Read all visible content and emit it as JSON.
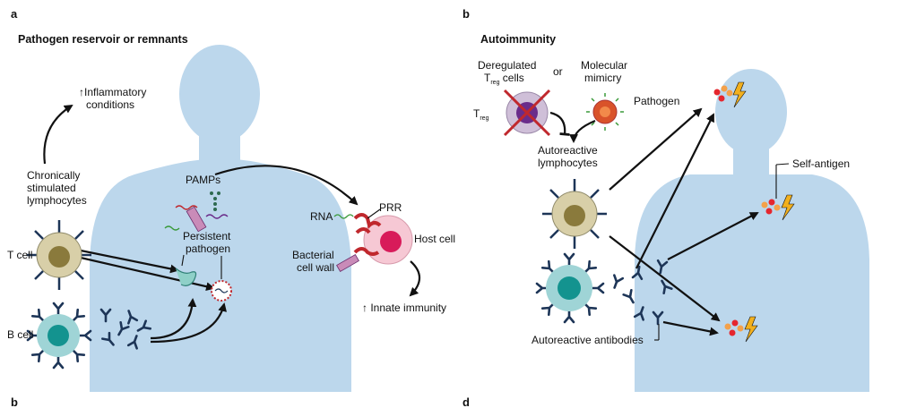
{
  "panels": {
    "a": {
      "letter": "a",
      "title": "Pathogen reservoir or remnants",
      "inflammatory": "↑Inflammatory",
      "inflammatory2": "conditions",
      "chronic1": "Chronically",
      "chronic2": "stimulated",
      "chronic3": "lymphocytes",
      "tcell": "T cell",
      "bcell": "B cell",
      "pamps": "PAMPs",
      "persistent1": "Persistent",
      "persistent2": "pathogen",
      "rna": "RNA",
      "prr": "PRR",
      "hostcell": "Host cell",
      "bacterial1": "Bacterial",
      "bacterial2": "cell wall",
      "innate": "↑ Innate immunity"
    },
    "b": {
      "letter": "b",
      "title": "Autoimmunity",
      "dereg1": "Deregulated",
      "dereg2_main": "T",
      "dereg2_sub": "reg",
      "dereg2_rest": " cells",
      "or": "or",
      "mimicry1": "Molecular",
      "mimicry2": "mimicry",
      "treg_main": "T",
      "treg_sub": "reg",
      "pathogen": "Pathogen",
      "autoreactive1": "Autoreactive",
      "autoreactive2": "lymphocytes",
      "selfantigen": "Self-antigen",
      "antibodies": "Autoreactive antibodies"
    },
    "c": {
      "letter": "b"
    },
    "d": {
      "letter": "d"
    }
  },
  "colors": {
    "body": "#bcd7ec",
    "tcell_outer": "#d8cfa8",
    "tcell_inner": "#8a7a3c",
    "bcell_outer": "#9fd4d6",
    "bcell_inner": "#13938f",
    "hostcell_outer": "#f6c8d4",
    "hostcell_inner": "#d81b5a",
    "receptor": "#1d3557",
    "treg_outer": "#cfbfd8",
    "treg_inner": "#6a2c8a",
    "pathogen": "#d9532a",
    "cross": "#c0282d",
    "lightning": "#f2b01e",
    "antigen_red": "#e5262e",
    "antigen_orange": "#f4a14a"
  }
}
